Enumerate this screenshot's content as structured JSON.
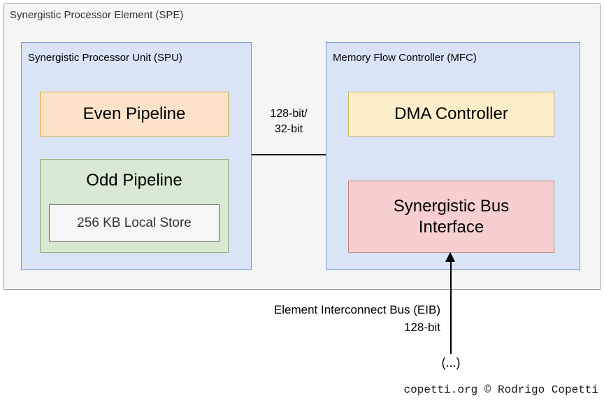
{
  "diagram": {
    "title": "Synergistic Processor Element (SPE)",
    "containers": {
      "spe": {
        "label": "Synergistic Processor Element (SPE)",
        "fill": "#f5f5f5",
        "stroke": "#999999"
      },
      "spu": {
        "label": "Synergistic Processor Unit (SPU)",
        "fill": "#dae4f7",
        "stroke": "#7694c4"
      },
      "mfc": {
        "label": "Memory Flow Controller (MFC)",
        "fill": "#dae4f7",
        "stroke": "#7694c4"
      }
    },
    "blocks": {
      "even_pipeline": {
        "label": "Even Pipeline",
        "fill": "#fce2c9",
        "stroke": "#d6a33b"
      },
      "odd_pipeline": {
        "label": "Odd Pipeline",
        "fill": "#d8ead1",
        "stroke": "#7fad72"
      },
      "local_store": {
        "label": "256 KB Local Store",
        "fill": "#f7f7f7",
        "stroke": "#666666"
      },
      "dma_controller": {
        "label": "DMA Controller",
        "fill": "#fceec8",
        "stroke": "#cdb253"
      },
      "bus_interface": {
        "label": "Synergistic Bus\nInterface",
        "fill": "#f7cfcf",
        "stroke": "#c18282"
      }
    },
    "connectors": {
      "spu_mfc_link": {
        "label": "128-bit/\n32-bit"
      },
      "eib_link": {
        "label": "Element Interconnect Bus (EIB)\n128-bit",
        "continuation": "(...)"
      }
    },
    "watermark": "copetti.org © Rodrigo Copetti"
  }
}
